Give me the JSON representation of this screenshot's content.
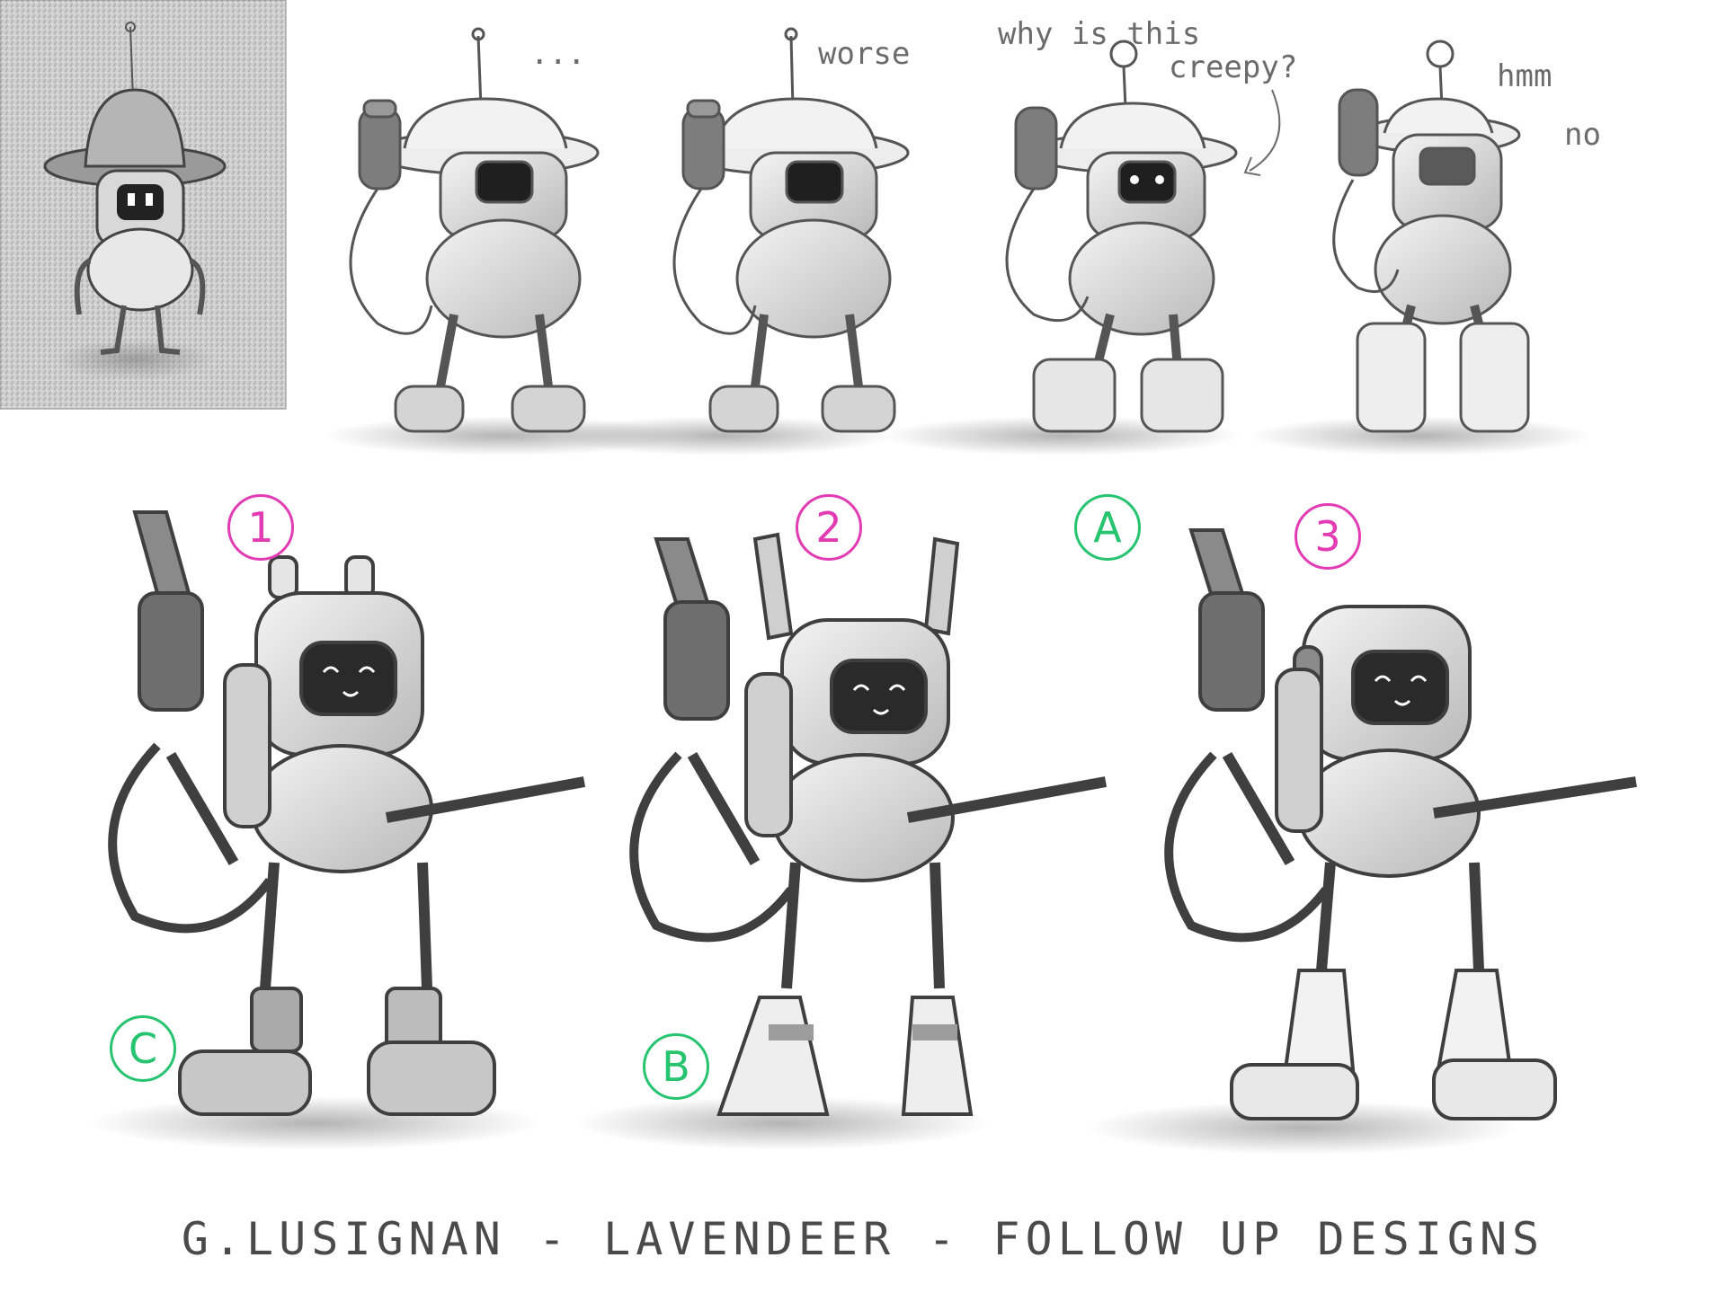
{
  "notes": {
    "ellipsis": "...",
    "worse": "worse",
    "why_creepy_line1": "why is this",
    "why_creepy_line2": "creepy?",
    "hmm": "hmm",
    "no": "no"
  },
  "variant_labels": {
    "one": "1",
    "two": "2",
    "three": "3",
    "a": "A",
    "b": "B",
    "c": "C"
  },
  "footer": {
    "credit": "G.LUSIGNAN - LAVENDEER - FOLLOW UP DESIGNS"
  },
  "colors": {
    "pink_label": "#e23bb4",
    "green_label": "#27c46f",
    "pencil": "#444444"
  }
}
